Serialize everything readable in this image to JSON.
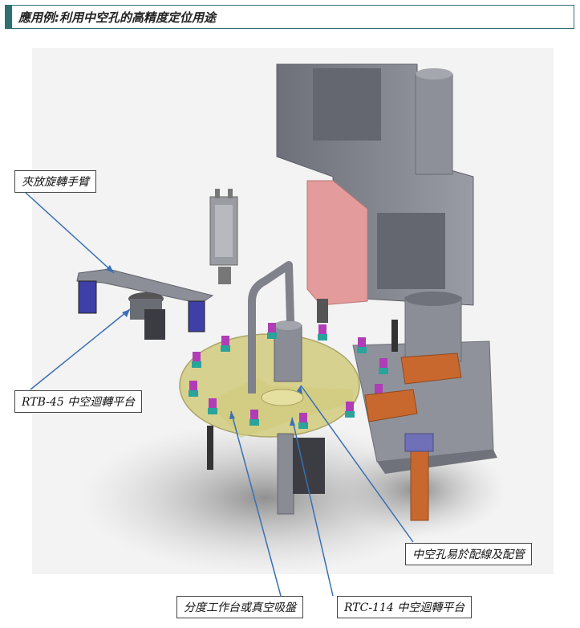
{
  "header": {
    "title": "應用例:利用中空孔的高精度定位用途"
  },
  "labels": {
    "clamp_arm": "夾放旋轉手臂",
    "rtb45": "RTB-45 中空迴轉平台",
    "hollow_wiring": "中空孔易於配線及配管",
    "index_table": "分度工作台或真空吸盤",
    "rtc114": "RTC-114 中空迴轉平台"
  },
  "colors": {
    "header_border": "#2f6f73",
    "machine_gray": "#8a8d96",
    "table_yellow": "#d9d48a",
    "pink_part": "#e59a9a",
    "orange_part": "#c8682e",
    "purple_part": "#b03db5",
    "teal_part": "#2aa39a",
    "leader_line": "#3a6fb5"
  }
}
